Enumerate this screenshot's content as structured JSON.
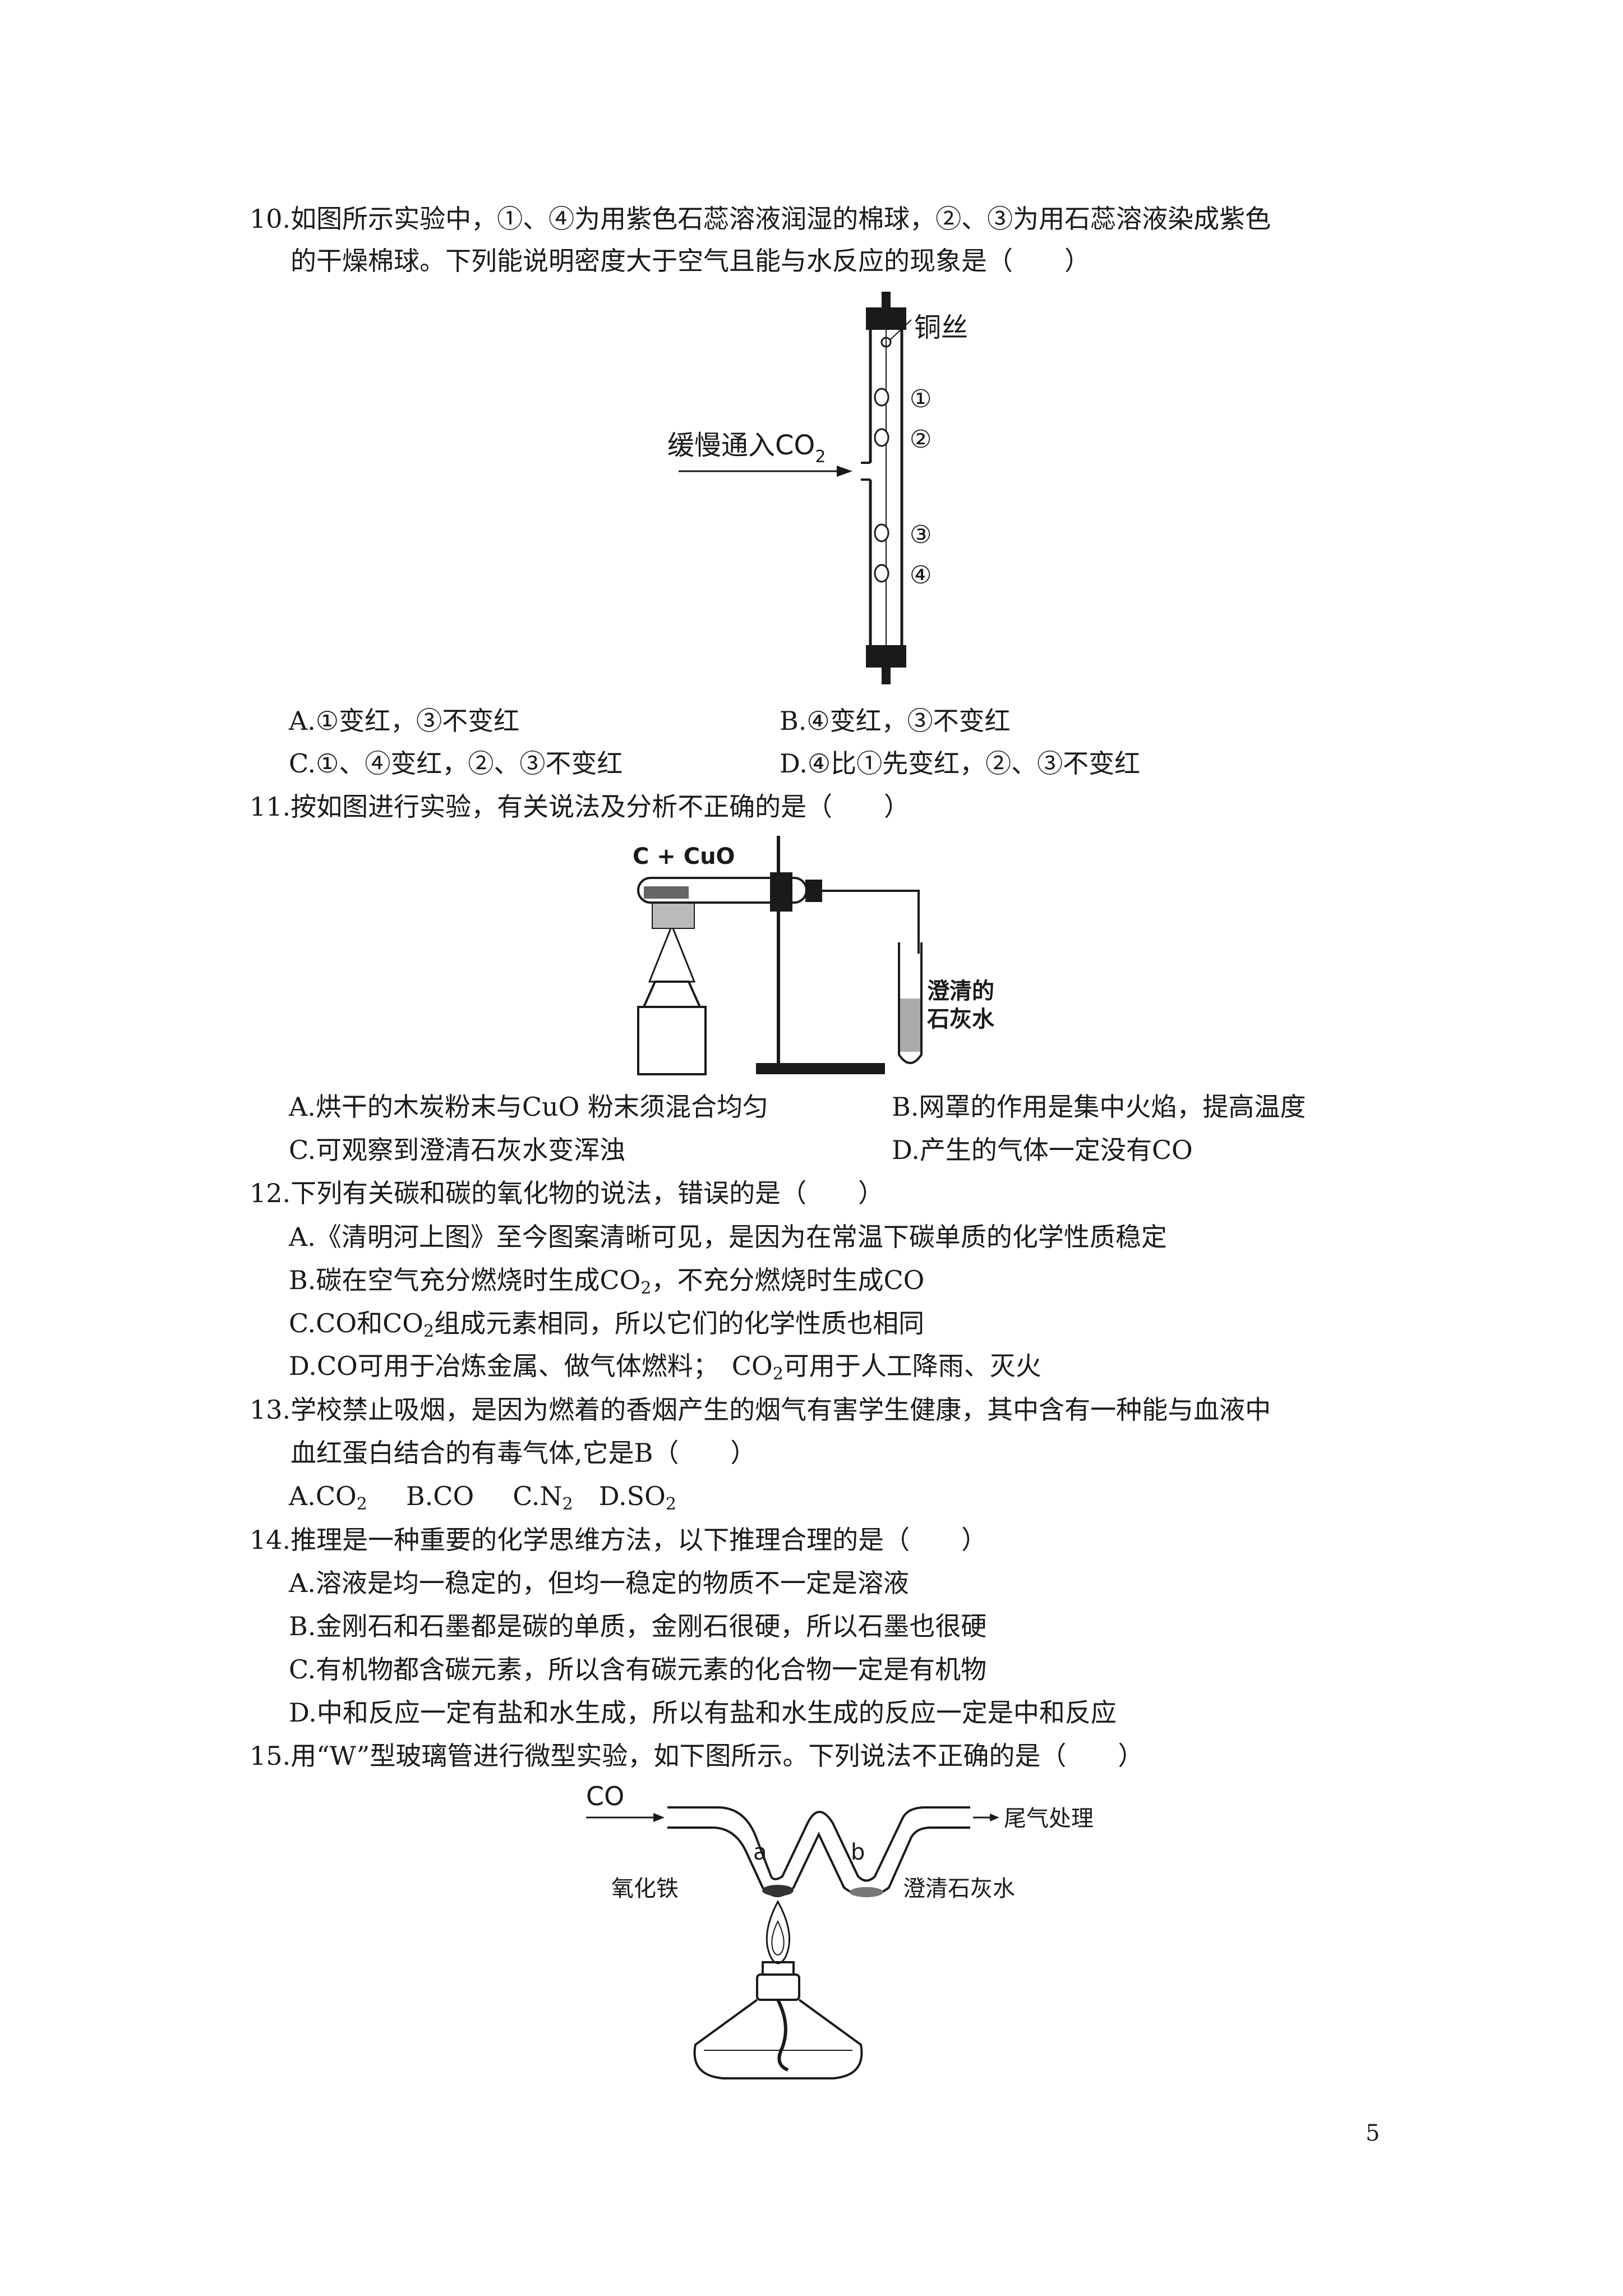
{
  "questions": {
    "q10": {
      "stem_line1": "10.如图所示实验中，①、④为用紫色石蕊溶液润湿的棉球，②、③为用石蕊溶液染成紫色",
      "stem_line2": "的干燥棉球。下列能说明密度大于空气且能与水反应的现象是（　　）",
      "diagram": {
        "label_wire": "铜丝",
        "label_gas_pre": "缓慢通入CO",
        "label_gas_sub": "2",
        "ball1": "①",
        "ball2": "②",
        "ball3": "③",
        "ball4": "④"
      },
      "opt_a": "A.①变红，③不变红",
      "opt_b": "B.④变红，③不变红",
      "opt_c": "C.①、④变红，②、③不变红",
      "opt_d": "D.④比①先变红，②、③不变红"
    },
    "q11": {
      "stem": "11.按如图进行实验，有关说法及分析不正确的是（　　）",
      "diagram": {
        "label_reactants": "C + CuO",
        "label_lime_1": "澄清的",
        "label_lime_2": "石灰水"
      },
      "opt_a": "A.烘干的木炭粉末与CuO 粉末须混合均匀",
      "opt_b": "B.网罩的作用是集中火焰，提高温度",
      "opt_c": "C.可观察到澄清石灰水变浑浊",
      "opt_d": "D.产生的气体一定没有CO"
    },
    "q12": {
      "stem": "12.下列有关碳和碳的氧化物的说法，错误的是（　　）",
      "opt_a": "A.《清明河上图》至今图案清晰可见，是因为在常温下碳单质的化学性质稳定",
      "opt_b_1": "B.碳在空气充分燃烧时生成CO",
      "opt_b_sub": "2",
      "opt_b_2": "，不充分燃烧时生成CO",
      "opt_c_1": "C.CO和CO",
      "opt_c_sub": "2",
      "opt_c_2": "组成元素相同，所以它们的化学性质也相同",
      "opt_d_1": "D.CO可用于冶炼金属、做气体燃料；　CO",
      "opt_d_sub": "2",
      "opt_d_2": "可用于人工降雨、灭火"
    },
    "q13": {
      "stem_line1": "13.学校禁止吸烟，是因为燃着的香烟产生的烟气有害学生健康，其中含有一种能与血液中",
      "stem_line2": "血红蛋白结合的有毒气体,它是B（　　）",
      "opt_a_1": "A.CO",
      "opt_a_sub": "2",
      "opt_b": "B.CO",
      "opt_c_1": "C.N",
      "opt_c_sub": "2",
      "opt_d_1": "D.SO",
      "opt_d_sub": "2"
    },
    "q14": {
      "stem": "14.推理是一种重要的化学思维方法，以下推理合理的是（　　）",
      "opt_a": "A.溶液是均一稳定的，但均一稳定的物质不一定是溶液",
      "opt_b": "B.金刚石和石墨都是碳的单质，金刚石很硬，所以石墨也很硬",
      "opt_c": "C.有机物都含碳元素，所以含有碳元素的化合物一定是有机物",
      "opt_d": "D.中和反应一定有盐和水生成，所以有盐和水生成的反应一定是中和反应"
    },
    "q15": {
      "stem": "15.用“W”型玻璃管进行微型实验，如下图所示。下列说法不正确的是（　　）",
      "diagram": {
        "label_co": "CO",
        "label_a": "a",
        "label_b": "b",
        "label_tail": "尾气处理",
        "label_iron_oxide": "氧化铁",
        "label_lime": "澄清石灰水"
      }
    }
  },
  "page_number": "5"
}
